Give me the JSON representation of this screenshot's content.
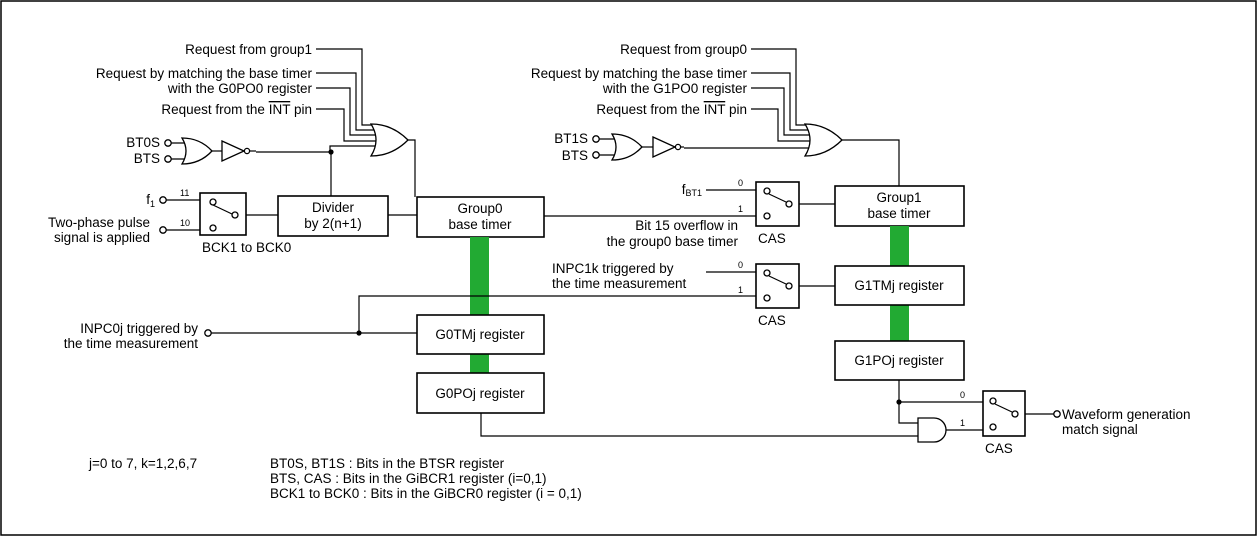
{
  "labels": {
    "req_group1": "Request from group1",
    "req_match_base_timer_l": "Request by matching the base timer",
    "with_g0po0": "with the G0PO0 register",
    "req_int_pin_l_pre": "Request from the ",
    "req_int_pin_l_int": "INT",
    "req_int_pin_l_post": " pin",
    "req_group0": "Request from group0",
    "req_match_base_timer_r": "Request by matching the base timer",
    "with_g1po0": "with the G1PO0 register",
    "req_int_pin_r_pre": "Request from the ",
    "req_int_pin_r_int": "INT",
    "req_int_pin_r_post": " pin",
    "bt0s": "BT0S",
    "bts_l": "BTS",
    "bt1s": "BT1S",
    "bts_r": "BTS",
    "f1_main": "f",
    "f1_sub": "1",
    "two_phase_1": "Two-phase pulse",
    "two_phase_2": "signal is applied",
    "bck_sel_11": "11",
    "bck_sel_10": "10",
    "bck_switch_label": "BCK1 to BCK0",
    "divider_1": "Divider",
    "divider_2": "by 2(n+1)",
    "group0_timer_1": "Group0",
    "group0_timer_2": "base timer",
    "fbt1_main": "f",
    "fbt1_sub": "BT1",
    "cas1_sel_0": "0",
    "cas1_sel_1": "1",
    "cas1_label": "CAS",
    "bit15_1": "Bit 15 overflow in",
    "bit15_2": "the group0 base timer",
    "group1_timer_1": "Group1",
    "group1_timer_2": "base timer",
    "inpc1k_1": "INPC1k triggered by",
    "inpc1k_2": "the time measurement",
    "cas2_sel_0": "0",
    "cas2_sel_1": "1",
    "cas2_label": "CAS",
    "g1tm_reg": "G1TMj register",
    "inpc0j_1": "INPC0j triggered by",
    "inpc0j_2": "the time measurement",
    "g0tm_reg": "G0TMj register",
    "g1po_reg": "G1POj register",
    "g0po_reg": "G0POj register",
    "cas3_sel_0": "0",
    "cas3_sel_1": "1",
    "cas3_label": "CAS",
    "waveform_1": "Waveform generation",
    "waveform_2": "match signal",
    "note_jk": "j=0 to 7,  k=1,2,6,7",
    "note_bt": "BT0S, BT1S : Bits in the BTSR register",
    "note_bts": "BTS, CAS : Bits in the GiBCR1 register (i=0,1)",
    "note_bck": "BCK1 to BCK0 : Bits in the GiBCR0 register (i = 0,1)"
  },
  "colors": {
    "bus": "#22aa33",
    "line": "#000000",
    "background": "#ffffff"
  }
}
